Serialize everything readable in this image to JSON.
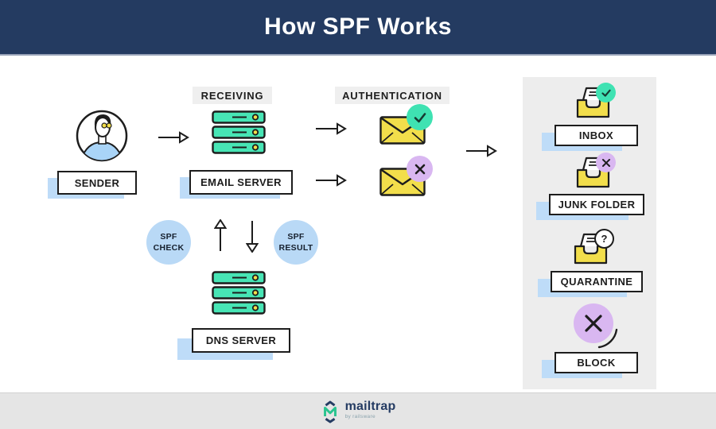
{
  "header": {
    "title": "How SPF Works"
  },
  "tags": {
    "receiving": "RECEIVING",
    "authentication": "AUTHENTICATION"
  },
  "labels": {
    "sender": "SENDER",
    "email_server": "EMAIL SERVER",
    "dns_server": "DNS SERVER"
  },
  "spf_check": {
    "line1": "SPF",
    "line2": "CHECK"
  },
  "spf_result": {
    "line1": "SPF",
    "line2": "RESULT"
  },
  "outcomes": [
    {
      "label": "INBOX",
      "badge": "check"
    },
    {
      "label": "JUNK FOLDER",
      "badge": "cross"
    },
    {
      "label": "QUARANTINE",
      "badge": "question"
    },
    {
      "label": "BLOCK",
      "badge": "cross"
    }
  ],
  "badges": {
    "question_mark": "?"
  },
  "footer": {
    "brand": "mailtrap",
    "byline": "by railsware"
  },
  "colors": {
    "header_navy": "#243b61",
    "mint_green": "#3fe2b2",
    "server_green": "#47e5b5",
    "envelope_yellow": "#f2de4b",
    "lavender": "#d9b7f1",
    "light_blue_shadow": "#bedcf8",
    "light_blue_circle": "#b9d9f6",
    "panel_gray": "#ededed",
    "tag_gray": "#efefef",
    "footer_gray": "#e5e5e5",
    "outline_black": "#1d1d1d"
  }
}
